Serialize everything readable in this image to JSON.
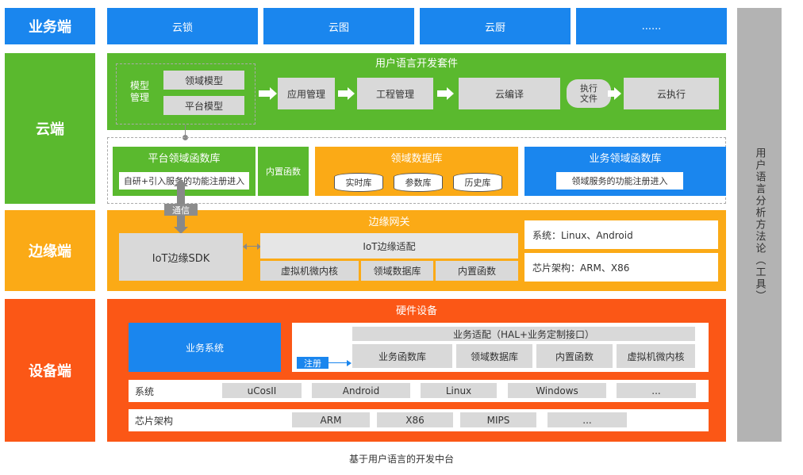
{
  "layers": {
    "business": "业务端",
    "cloud": "云端",
    "edge": "边缘端",
    "device": "设备端"
  },
  "business_items": [
    "云锁",
    "云图",
    "云厨",
    "......"
  ],
  "cloud": {
    "kit_title": "用户语言开发套件",
    "model_mgmt": "模型\n管理",
    "domain_model": "领域模型",
    "platform_model": "平台模型",
    "app_mgmt": "应用管理",
    "project_mgmt": "工程管理",
    "cloud_compile": "云编译",
    "exec_file": "执行\n文件",
    "cloud_exec": "云执行",
    "platform_func_lib": "平台领域函数库",
    "platform_func_note": "自研+引入服务的功能注册进入",
    "builtin_func": "内置函数",
    "domain_db": "领域数据库",
    "db_items": [
      "实时库",
      "参数库",
      "历史库"
    ],
    "biz_func_lib": "业务领域函数库",
    "biz_func_note": "领域服务的功能注册进入"
  },
  "comm_label": "通信",
  "edge": {
    "gateway": "边缘网关",
    "sdk": "IoT边缘SDK",
    "adapter": "IoT边缘适配",
    "sub_items": [
      "虚拟机微内核",
      "领域数据库",
      "内置函数"
    ],
    "system": "系统：Linux、Android",
    "chip": "芯片架构：ARM、X86"
  },
  "device": {
    "title": "硬件设备",
    "biz_system": "业务系统",
    "register": "注册",
    "biz_adapter": "业务适配（HAL+业务定制接口）",
    "adapter_items": [
      "业务函数库",
      "领域数据库",
      "内置函数",
      "虚拟机微内核"
    ],
    "os_label": "系统",
    "os_items": [
      "uCosII",
      "Android",
      "Linux",
      "Windows",
      "..."
    ],
    "chip_label": "芯片架构",
    "chip_items": [
      "ARM",
      "X86",
      "MIPS",
      "..."
    ]
  },
  "side_tool": "用户语言分析方法论（工具）",
  "caption": "基于用户语言的开发中台",
  "colors": {
    "blue": "#1a86ee",
    "green": "#5ab92e",
    "orange": "#fbaa16",
    "red": "#fb5716",
    "gray": "#b3b3b3"
  }
}
